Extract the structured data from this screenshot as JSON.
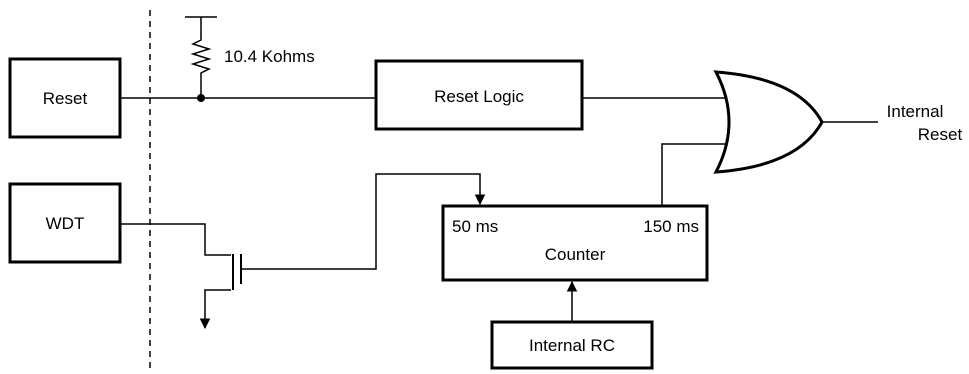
{
  "blocks": {
    "reset": "Reset",
    "wdt": "WDT",
    "reset_logic": "Reset Logic",
    "counter": "Counter",
    "counter_left": "50 ms",
    "counter_right": "150 ms",
    "internal_rc": "Internal RC"
  },
  "resistor": {
    "label": "10.4 Kohms"
  },
  "output": {
    "line1": "Internal",
    "line2": "Reset"
  }
}
